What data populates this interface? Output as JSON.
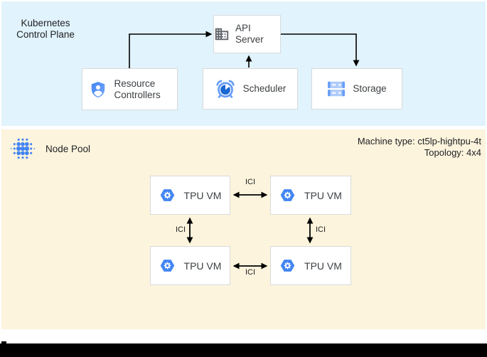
{
  "control_plane": {
    "title": "Kubernetes Control Plane",
    "nodes": [
      {
        "id": "api-server",
        "label": "API Server",
        "icon": "building-icon"
      },
      {
        "id": "resource-controllers",
        "label": "Resource Controllers",
        "icon": "shield-user-icon"
      },
      {
        "id": "scheduler",
        "label": "Scheduler",
        "icon": "alarm-clock-icon"
      },
      {
        "id": "storage",
        "label": "Storage",
        "icon": "server-rack-icon"
      }
    ],
    "connections": [
      {
        "from": "resource-controllers",
        "to": "api-server"
      },
      {
        "from": "scheduler",
        "to": "api-server"
      },
      {
        "from": "api-server",
        "to": "storage"
      }
    ]
  },
  "node_pool": {
    "title": "Node Pool",
    "icon": "dot-cluster-icon",
    "machine_type": "Machine type: ct5lp-hightpu-4t",
    "topology": "Topology: 4x4",
    "vms": [
      {
        "label": "TPU VM"
      },
      {
        "label": "TPU VM"
      },
      {
        "label": "TPU VM"
      },
      {
        "label": "TPU VM"
      }
    ],
    "links": [
      {
        "label": "ICI",
        "position": "top"
      },
      {
        "label": "ICI",
        "position": "left"
      },
      {
        "label": "ICI",
        "position": "right"
      },
      {
        "label": "ICI",
        "position": "bottom"
      }
    ]
  },
  "colors": {
    "control_plane_bg": "#e1f3fc",
    "node_pool_bg": "#fcf4dd",
    "node_border": "#d9dadc",
    "text": "#202124",
    "google_blue": "#4285f4",
    "light_blue": "#669df6",
    "pale_blue": "#aecbfa",
    "dark_blue": "#1967d2",
    "icon_gray": "#5f6368",
    "arrow": "#000000"
  }
}
